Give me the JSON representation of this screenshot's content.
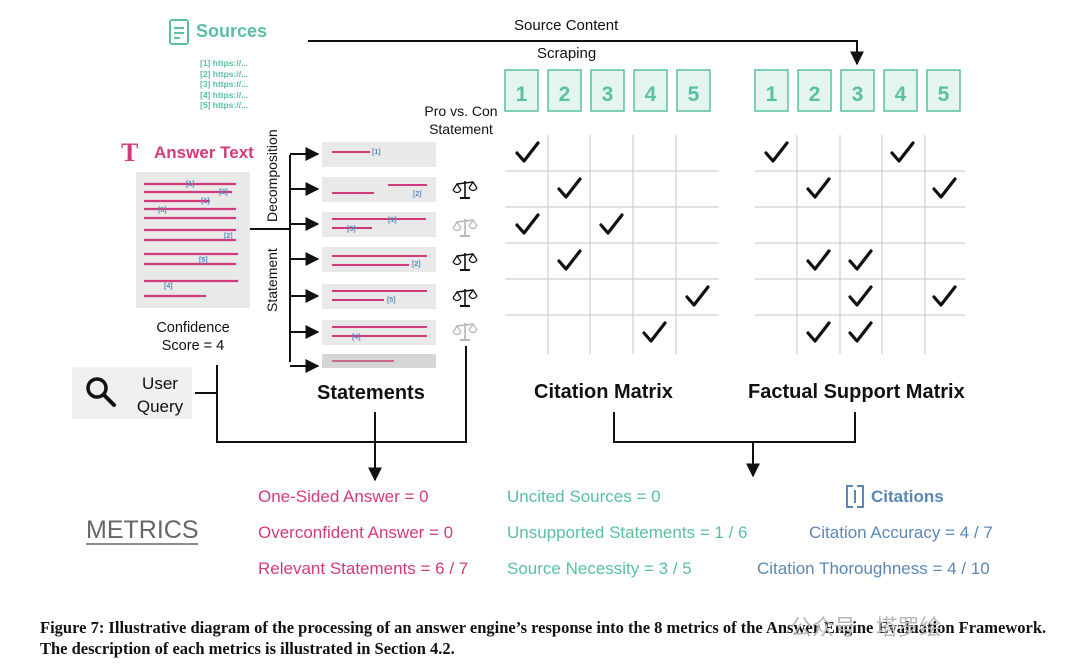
{
  "sources": {
    "title": "Sources",
    "links": [
      "[1] https://...",
      "[2] https://...",
      "[3] https://...",
      "[4] https://...",
      "[5] https://..."
    ]
  },
  "answer_text": {
    "icon_letter": "T",
    "title": "Answer Text"
  },
  "confidence": {
    "line1": "Confidence",
    "line2": "Score = 4"
  },
  "user_query": {
    "line1": "User",
    "line2": "Query"
  },
  "labels": {
    "source_content": "Source Content",
    "scraping": "Scraping",
    "decomposition": "Decomposition",
    "statement": "Statement",
    "pro_con_1": "Pro vs. Con",
    "pro_con_2": "Statement"
  },
  "headings": {
    "statements": "Statements",
    "citation_matrix": "Citation Matrix",
    "factual_support_matrix": "Factual Support Matrix",
    "metrics": "METRICS"
  },
  "source_numbers": [
    "1",
    "2",
    "3",
    "4",
    "5"
  ],
  "doc_citations": [
    "[1]",
    "[2]",
    "[1]",
    "[3]",
    "[2]",
    "[5]",
    "[4]"
  ],
  "statement_citations": [
    "[1]",
    "[2]",
    "[1]",
    "[3]",
    "[2]",
    "[5]",
    "[4]"
  ],
  "citation_checks": [
    [
      0,
      0
    ],
    [
      1,
      1
    ],
    [
      2,
      0
    ],
    [
      2,
      2
    ],
    [
      3,
      1
    ],
    [
      4,
      4
    ],
    [
      5,
      3
    ]
  ],
  "factual_checks": [
    [
      0,
      0
    ],
    [
      0,
      3
    ],
    [
      1,
      1
    ],
    [
      1,
      4
    ],
    [
      3,
      1
    ],
    [
      3,
      2
    ],
    [
      4,
      2
    ],
    [
      4,
      4
    ],
    [
      5,
      1
    ],
    [
      5,
      2
    ]
  ],
  "pro_con_active": [
    true,
    false,
    true,
    true,
    false
  ],
  "metrics": {
    "col1": [
      "One-Sided Answer = 0",
      "Overconfident Answer = 0",
      "Relevant Statements = 6 / 7"
    ],
    "col2": [
      "Uncited Sources = 0",
      "Unsupported Statements = 1 / 6",
      "Source Necessity = 3 / 5"
    ],
    "col3_title": "Citations",
    "col3": [
      "Citation Accuracy = 4 / 7",
      "Citation Thoroughness = 4 / 10"
    ]
  },
  "caption": "Figure 7: Illustrative diagram of the processing of an answer engine’s response into the 8 metrics of the Answer Engine Evaluation Framework. The description of each metrics is illustrated in Section 4.2.",
  "watermark": "公众号 · 塔罗绘",
  "colors": {
    "pink": "#d23b7b",
    "teal": "#59c0a4",
    "blue": "#5b87b7",
    "panel": "#e9e9e9"
  }
}
